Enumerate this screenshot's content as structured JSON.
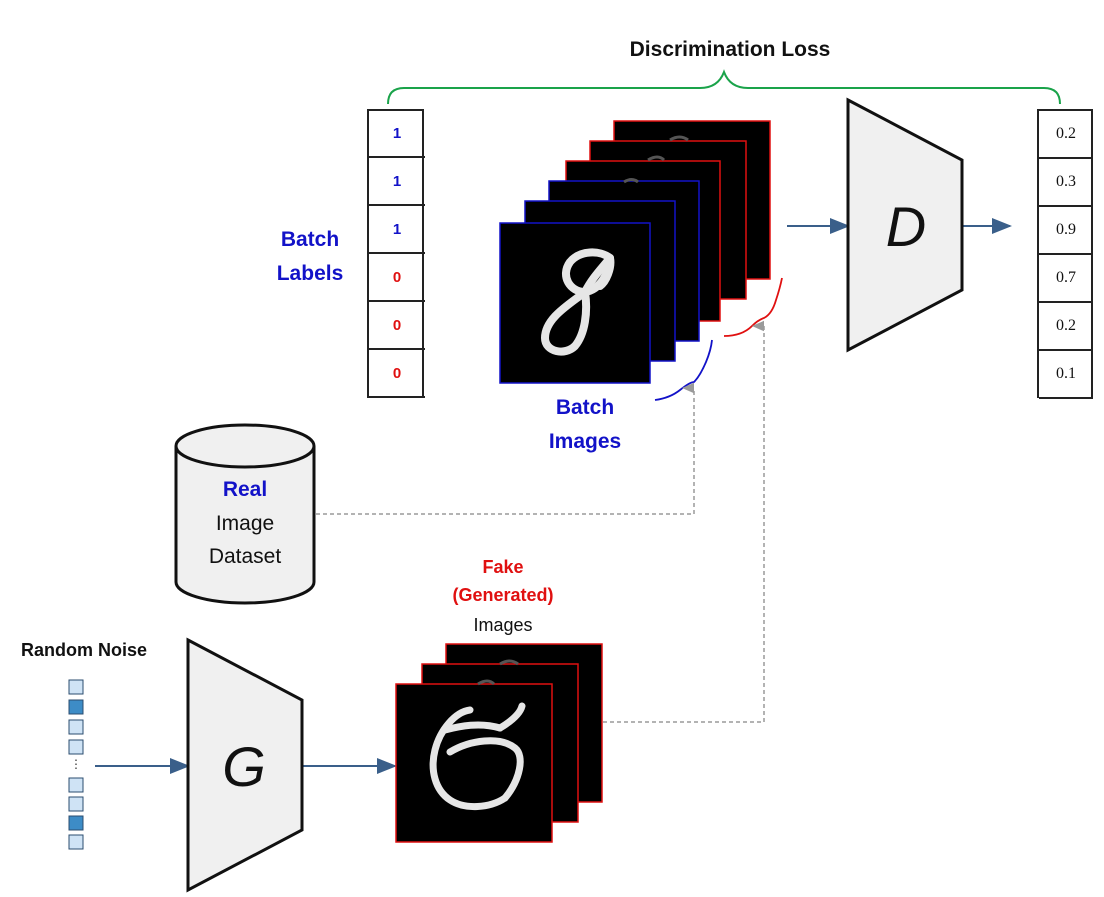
{
  "title": "Discrimination Loss",
  "batch_labels": {
    "heading_line1": "Batch",
    "heading_line2": "Labels",
    "values": [
      {
        "text": "1",
        "color": "#1212c8"
      },
      {
        "text": "1",
        "color": "#1212c8"
      },
      {
        "text": "1",
        "color": "#1212c8"
      },
      {
        "text": "0",
        "color": "#e01010"
      },
      {
        "text": "0",
        "color": "#e01010"
      },
      {
        "text": "0",
        "color": "#e01010"
      }
    ]
  },
  "batch_images": {
    "line1": "Batch",
    "line2": "Images"
  },
  "discriminator": {
    "symbol": "D"
  },
  "generator": {
    "symbol": "G"
  },
  "outputs": [
    "0.2",
    "0.3",
    "0.9",
    "0.7",
    "0.2",
    "0.1"
  ],
  "dataset": {
    "line1": "Real",
    "line2": "Image",
    "line3": "Dataset"
  },
  "fake_images": {
    "line1": "Fake",
    "line2": "(Generated)",
    "line3": "Images"
  },
  "random_noise": {
    "label": "Random Noise"
  },
  "colors": {
    "real": "#1212c8",
    "fake": "#e01010",
    "arrow": "#3a5f8a",
    "brace": "#1aa34a",
    "dashed": "#9a9a9a",
    "block_fill": "#f0f0f0"
  },
  "icons": [
    "digit-eight-image",
    "digit-fake-image",
    "database-cylinder-icon",
    "noise-vector-icon"
  ]
}
